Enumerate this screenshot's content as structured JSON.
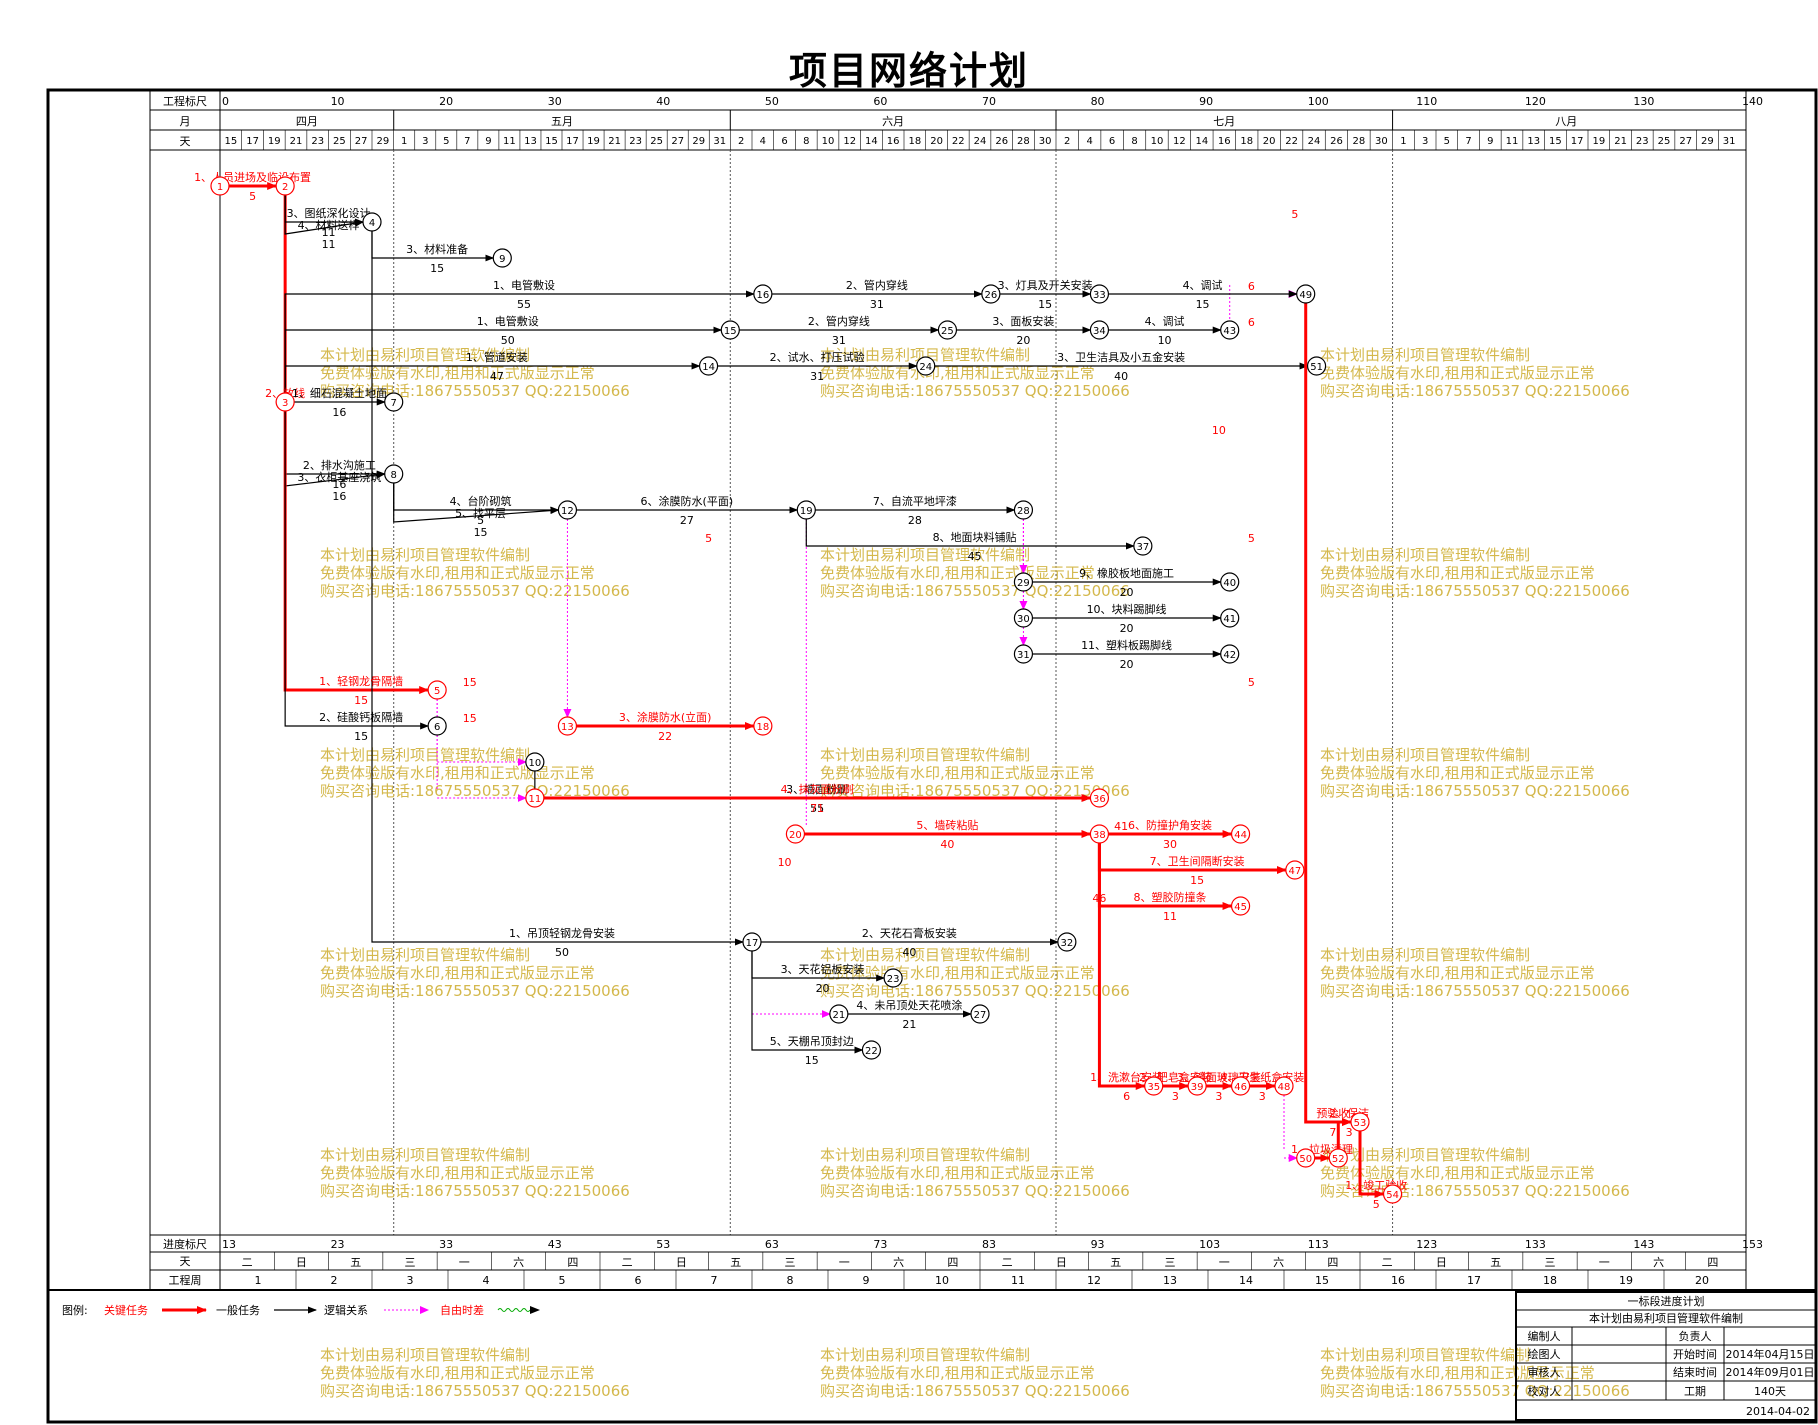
{
  "title": "项目网络计划",
  "header": {
    "scale_label": "工程标尺",
    "month_label": "月",
    "day_label": "天",
    "scale_ticks": [
      "0",
      "10",
      "20",
      "30",
      "40",
      "50",
      "60",
      "70",
      "80",
      "90",
      "100",
      "110",
      "120",
      "130",
      "140"
    ],
    "months": [
      "四月",
      "五月",
      "六月",
      "七月",
      "八月"
    ],
    "april_days": [
      "15",
      "17",
      "19",
      "21",
      "23",
      "25",
      "27",
      "29"
    ],
    "may_days": [
      "1",
      "3",
      "5",
      "7",
      "9",
      "11",
      "13",
      "15",
      "17",
      "19",
      "21",
      "23",
      "25",
      "27",
      "29",
      "31"
    ],
    "june_days": [
      "2",
      "4",
      "6",
      "8",
      "10",
      "12",
      "14",
      "16",
      "18",
      "20",
      "22",
      "24",
      "26",
      "28",
      "30"
    ],
    "july_days": [
      "2",
      "4",
      "6",
      "8",
      "10",
      "12",
      "14",
      "16",
      "18",
      "20",
      "22",
      "24",
      "26",
      "28",
      "30"
    ],
    "aug_days": [
      "1",
      "3",
      "5",
      "7",
      "9",
      "11",
      "13",
      "15",
      "17",
      "19",
      "21",
      "23",
      "25",
      "27",
      "29",
      "31"
    ]
  },
  "footer": {
    "progress_label": "进度标尺",
    "day_label": "天",
    "week_label": "工程周",
    "progress_ticks": [
      "13",
      "23",
      "33",
      "43",
      "53",
      "63",
      "73",
      "83",
      "93",
      "103",
      "113",
      "123",
      "133",
      "143",
      "153"
    ],
    "weekdays": [
      "二",
      "日",
      "五",
      "三",
      "一",
      "六",
      "四",
      "二",
      "日",
      "五",
      "三",
      "一",
      "六",
      "四",
      "二",
      "日",
      "五",
      "三",
      "一",
      "六",
      "四",
      "二",
      "日",
      "五",
      "三",
      "一",
      "六",
      "四"
    ],
    "weeks": [
      "1",
      "2",
      "3",
      "4",
      "5",
      "6",
      "7",
      "8",
      "9",
      "10",
      "11",
      "12",
      "13",
      "14",
      "15",
      "16",
      "17",
      "18",
      "19",
      "20"
    ]
  },
  "legend": {
    "label": "图例:",
    "critical": "关键任务",
    "normal": "一般任务",
    "logic": "逻辑关系",
    "float": "自由时差"
  },
  "info_box": {
    "title": "一标段进度计划",
    "subtitle": "本计划由易利项目管理软件编制",
    "drafter": "编制人",
    "owner": "负责人",
    "drawer": "绘图人",
    "start_label": "开始时间",
    "start_value": "2014年04月15日",
    "reviewer": "审核人",
    "end_label": "结束时间",
    "end_value": "2014年09月01日",
    "checker": "校对人",
    "duration_label": "工期",
    "duration_value": "140天",
    "date": "2014-04-02"
  },
  "watermark": {
    "line1": "本计划由易利项目管理软件编制",
    "line2": "免费体验版有水印,租用和正式版显示正常",
    "line3": "购买咨询电话:18675550537 QQ:22150066"
  },
  "nodes": [
    {
      "id": "1",
      "day": 0,
      "row": 0,
      "crit": true
    },
    {
      "id": "2",
      "day": 6,
      "row": 0,
      "crit": true
    },
    {
      "id": "4",
      "day": 14,
      "row": 1,
      "crit": false
    },
    {
      "id": "9",
      "day": 26,
      "row": 2,
      "crit": false
    },
    {
      "id": "16",
      "day": 50,
      "row": 3,
      "crit": false
    },
    {
      "id": "26",
      "day": 71,
      "row": 3,
      "crit": false
    },
    {
      "id": "33",
      "day": 81,
      "row": 3,
      "crit": false
    },
    {
      "id": "49",
      "day": 100,
      "row": 3,
      "crit": false
    },
    {
      "id": "15",
      "day": 47,
      "row": 4,
      "crit": false
    },
    {
      "id": "25",
      "day": 67,
      "row": 4,
      "crit": false
    },
    {
      "id": "34",
      "day": 81,
      "row": 4,
      "crit": false
    },
    {
      "id": "43",
      "day": 93,
      "row": 4,
      "crit": false
    },
    {
      "id": "14",
      "day": 45,
      "row": 5,
      "crit": false
    },
    {
      "id": "24",
      "day": 65,
      "row": 5,
      "crit": false
    },
    {
      "id": "51",
      "day": 101,
      "row": 5,
      "crit": false
    },
    {
      "id": "3",
      "day": 6,
      "row": 6,
      "crit": true
    },
    {
      "id": "7",
      "day": 16,
      "row": 6,
      "crit": false
    },
    {
      "id": "8",
      "day": 16,
      "row": 8,
      "crit": false
    },
    {
      "id": "12",
      "day": 32,
      "row": 9,
      "crit": false
    },
    {
      "id": "19",
      "day": 54,
      "row": 9,
      "crit": false
    },
    {
      "id": "28",
      "day": 74,
      "row": 9,
      "crit": false
    },
    {
      "id": "37",
      "day": 85,
      "row": 10,
      "crit": false
    },
    {
      "id": "29",
      "day": 74,
      "row": 11,
      "crit": false
    },
    {
      "id": "40",
      "day": 93,
      "row": 11,
      "crit": false
    },
    {
      "id": "30",
      "day": 74,
      "row": 12,
      "crit": false
    },
    {
      "id": "41",
      "day": 93,
      "row": 12,
      "crit": false
    },
    {
      "id": "31",
      "day": 74,
      "row": 13,
      "crit": false
    },
    {
      "id": "42",
      "day": 93,
      "row": 13,
      "crit": false
    },
    {
      "id": "5",
      "day": 20,
      "row": 14,
      "crit": true
    },
    {
      "id": "6",
      "day": 20,
      "row": 15,
      "crit": false
    },
    {
      "id": "13",
      "day": 32,
      "row": 15,
      "crit": true
    },
    {
      "id": "18",
      "day": 50,
      "row": 15,
      "crit": true
    },
    {
      "id": "10",
      "day": 29,
      "row": 16,
      "crit": false
    },
    {
      "id": "11",
      "day": 29,
      "row": 17,
      "crit": true
    },
    {
      "id": "36",
      "day": 81,
      "row": 17,
      "crit": true
    },
    {
      "id": "20",
      "day": 53,
      "row": 18,
      "crit": true
    },
    {
      "id": "38",
      "day": 81,
      "row": 18,
      "crit": true
    },
    {
      "id": "44",
      "day": 94,
      "row": 18,
      "crit": true
    },
    {
      "id": "47",
      "day": 99,
      "row": 19,
      "crit": true
    },
    {
      "id": "45",
      "day": 94,
      "row": 20,
      "crit": true
    },
    {
      "id": "17",
      "day": 49,
      "row": 21,
      "crit": false
    },
    {
      "id": "32",
      "day": 78,
      "row": 21,
      "crit": false
    },
    {
      "id": "23",
      "day": 62,
      "row": 22,
      "crit": false
    },
    {
      "id": "21",
      "day": 57,
      "row": 23,
      "crit": false
    },
    {
      "id": "27",
      "day": 70,
      "row": 23,
      "crit": false
    },
    {
      "id": "22",
      "day": 60,
      "row": 24,
      "crit": false
    },
    {
      "id": "35",
      "day": 86,
      "row": 25,
      "crit": true
    },
    {
      "id": "39",
      "day": 90,
      "row": 25,
      "crit": true
    },
    {
      "id": "46",
      "day": 94,
      "row": 25,
      "crit": true
    },
    {
      "id": "48",
      "day": 98,
      "row": 25,
      "crit": true
    },
    {
      "id": "53",
      "day": 105,
      "row": 26,
      "crit": true
    },
    {
      "id": "50",
      "day": 100,
      "row": 27,
      "crit": true
    },
    {
      "id": "52",
      "day": 103,
      "row": 27,
      "crit": true
    },
    {
      "id": "54",
      "day": 108,
      "row": 28,
      "crit": true
    }
  ],
  "tasks": [
    {
      "from": "1",
      "to": "2",
      "name": "1、人员进场及临设布置",
      "dur": "5",
      "crit": true
    },
    {
      "from": "2",
      "to": "3",
      "name": "2、放线",
      "dur": "",
      "crit": true
    },
    {
      "from": "2",
      "to": "4",
      "name": "3、图纸深化设计",
      "dur": "11",
      "crit": false
    },
    {
      "from": "2",
      "to": "4",
      "name": "4、材料送样",
      "dur": "11",
      "crit": false
    },
    {
      "from": "4",
      "to": "9",
      "name": "3、材料准备",
      "dur": "15",
      "crit": false
    },
    {
      "from": "3",
      "to": "16",
      "name": "1、电管敷设",
      "dur": "55",
      "crit": false
    },
    {
      "from": "16",
      "to": "26",
      "name": "2、管内穿线",
      "dur": "31",
      "crit": false
    },
    {
      "from": "26",
      "to": "33",
      "name": "3、灯具及开关安装",
      "dur": "15",
      "crit": false
    },
    {
      "from": "33",
      "to": "49",
      "name": "4、调试",
      "dur": "15",
      "crit": false
    },
    {
      "from": "3",
      "to": "15",
      "name": "1、电管敷设",
      "dur": "50",
      "crit": false
    },
    {
      "from": "15",
      "to": "25",
      "name": "2、管内穿线",
      "dur": "31",
      "crit": false
    },
    {
      "from": "25",
      "to": "34",
      "name": "3、面板安装",
      "dur": "20",
      "crit": false
    },
    {
      "from": "34",
      "to": "43",
      "name": "4、调试",
      "dur": "10",
      "crit": false
    },
    {
      "from": "3",
      "to": "14",
      "name": "1、管道安装",
      "dur": "47",
      "crit": false
    },
    {
      "from": "14",
      "to": "24",
      "name": "2、试水、打压试验",
      "dur": "31",
      "crit": false
    },
    {
      "from": "24",
      "to": "51",
      "name": "3、卫生洁具及小五金安装",
      "dur": "40",
      "crit": false
    },
    {
      "from": "3",
      "to": "7",
      "name": "1、细石混凝土地面",
      "dur": "16",
      "crit": false
    },
    {
      "from": "3",
      "to": "8",
      "name": "2、排水沟施工",
      "dur": "16",
      "crit": false
    },
    {
      "from": "3",
      "to": "8",
      "name": "3、衣柜基座浇筑",
      "dur": "16",
      "crit": false
    },
    {
      "from": "8",
      "to": "12",
      "name": "4、台阶砌筑",
      "dur": "5",
      "crit": false
    },
    {
      "from": "8",
      "to": "12",
      "name": "5、找平层",
      "dur": "15",
      "crit": false
    },
    {
      "from": "12",
      "to": "19",
      "name": "6、涂膜防水(平面)",
      "dur": "27",
      "crit": false
    },
    {
      "from": "19",
      "to": "28",
      "name": "7、自流平地坪漆",
      "dur": "28",
      "crit": false
    },
    {
      "from": "19",
      "to": "37",
      "name": "8、地面块料铺贴",
      "dur": "45",
      "crit": false
    },
    {
      "from": "29",
      "to": "40",
      "name": "9、橡胶板地面施工",
      "dur": "20",
      "crit": false
    },
    {
      "from": "30",
      "to": "41",
      "name": "10、块料踢脚线",
      "dur": "20",
      "crit": false
    },
    {
      "from": "31",
      "to": "42",
      "name": "11、塑料板踢脚线",
      "dur": "20",
      "crit": false
    },
    {
      "from": "3",
      "to": "5",
      "name": "1、轻钢龙骨隔墙",
      "dur": "15",
      "crit": true
    },
    {
      "from": "3",
      "to": "6",
      "name": "2、硅酸钙板隔墙",
      "dur": "15",
      "crit": false
    },
    {
      "from": "13",
      "to": "18",
      "name": "3、涂膜防水(立面)",
      "dur": "22",
      "crit": true
    },
    {
      "from": "10",
      "to": "36",
      "name": "3、墙面粉刷",
      "dur": "55",
      "crit": false
    },
    {
      "from": "11",
      "to": "36",
      "name": "4、抹灰面粉刷",
      "dur": "71",
      "crit": true
    },
    {
      "from": "20",
      "to": "38",
      "name": "5、墙砖粘贴",
      "dur": "40",
      "crit": true
    },
    {
      "from": "38",
      "to": "44",
      "name": "6、防撞护角安装",
      "dur": "30",
      "crit": true
    },
    {
      "from": "38",
      "to": "47",
      "name": "7、卫生间隔断安装",
      "dur": "15",
      "crit": true
    },
    {
      "from": "38",
      "to": "45",
      "name": "8、塑胶防撞条",
      "dur": "11",
      "crit": true
    },
    {
      "from": "4",
      "to": "17",
      "name": "1、吊顶轻钢龙骨安装",
      "dur": "50",
      "crit": false
    },
    {
      "from": "17",
      "to": "32",
      "name": "2、天花石膏板安装",
      "dur": "40",
      "crit": false
    },
    {
      "from": "17",
      "to": "23",
      "name": "3、天花铝板安装",
      "dur": "20",
      "crit": false
    },
    {
      "from": "21",
      "to": "27",
      "name": "4、未吊顶处天花喷涂",
      "dur": "21",
      "crit": false
    },
    {
      "from": "17",
      "to": "22",
      "name": "5、天棚吊顶封边",
      "dur": "15",
      "crit": false
    },
    {
      "from": "38",
      "to": "35",
      "name": "1、洗漱台安装",
      "dur": "6",
      "crit": true
    },
    {
      "from": "35",
      "to": "39",
      "name": "2、肥皂盒安装",
      "dur": "3",
      "crit": true
    },
    {
      "from": "39",
      "to": "46",
      "name": "3、镜面玻璃安装",
      "dur": "3",
      "crit": true
    },
    {
      "from": "46",
      "to": "48",
      "name": "4、卫生纸盒安装",
      "dur": "3",
      "crit": true
    },
    {
      "from": "49",
      "to": "53",
      "name": "预验收",
      "dur": "7",
      "crit": true
    },
    {
      "from": "50",
      "to": "52",
      "name": "1、垃圾清理",
      "dur": "",
      "crit": true
    },
    {
      "from": "52",
      "to": "53",
      "name": "2、保洁",
      "dur": "3",
      "crit": true
    },
    {
      "from": "53",
      "to": "54",
      "name": "1、竣工验收",
      "dur": "5",
      "crit": true
    }
  ],
  "logic_links": [
    {
      "from": "12",
      "to": "13"
    },
    {
      "from": "19",
      "to": "20"
    },
    {
      "from": "28",
      "to": "29"
    },
    {
      "from": "28",
      "to": "30"
    },
    {
      "from": "28",
      "to": "31"
    },
    {
      "from": "5",
      "to": "10"
    },
    {
      "from": "5",
      "to": "11"
    },
    {
      "from": "17",
      "to": "21"
    },
    {
      "from": "43",
      "to": "49"
    },
    {
      "from": "48",
      "to": "50"
    }
  ],
  "float_labels": [
    {
      "text": "5",
      "day": 99,
      "row": 1
    },
    {
      "text": "6",
      "day": 95,
      "row": 3
    },
    {
      "text": "6",
      "day": 95,
      "row": 4
    },
    {
      "text": "10",
      "day": 92,
      "row": 7
    },
    {
      "text": "5",
      "day": 95,
      "row": 10
    },
    {
      "text": "5",
      "day": 95,
      "row": 14
    },
    {
      "text": "15",
      "day": 23,
      "row": 14
    },
    {
      "text": "15",
      "day": 23,
      "row": 15
    },
    {
      "text": "5",
      "day": 45,
      "row": 10
    },
    {
      "text": "10",
      "day": 52,
      "row": 19
    },
    {
      "text": "41",
      "day": 83,
      "row": 18
    },
    {
      "text": "46",
      "day": 81,
      "row": 20
    }
  ]
}
